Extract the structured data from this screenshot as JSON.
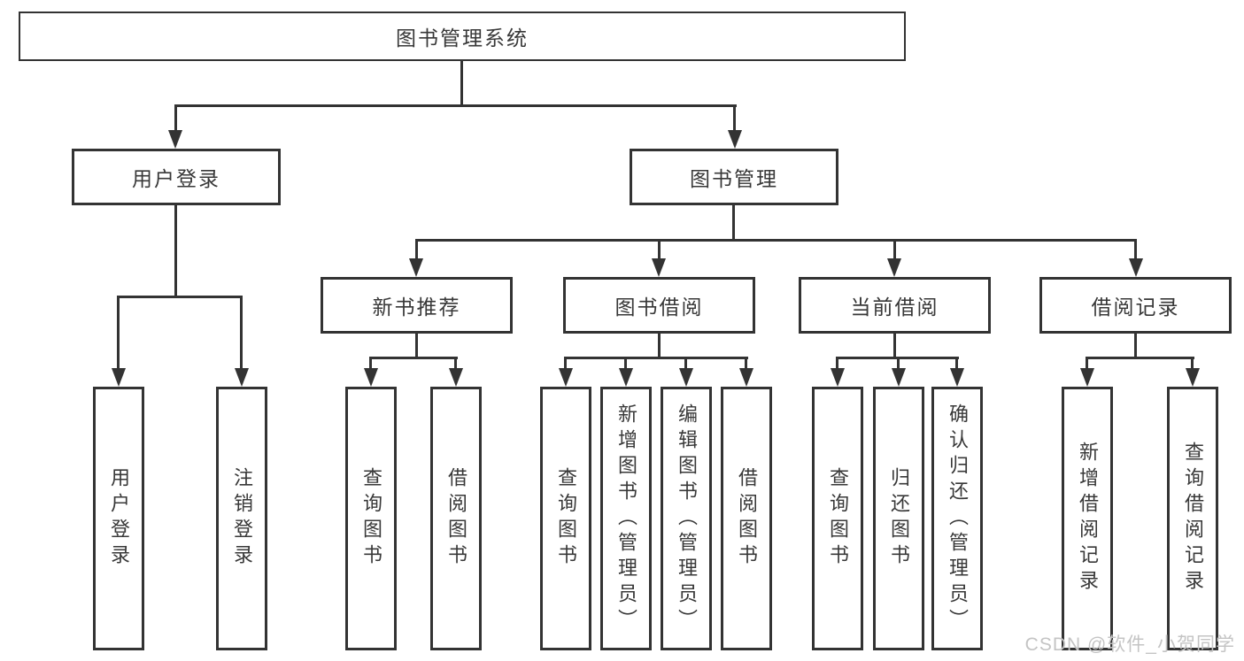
{
  "diagram": {
    "root": {
      "label": "图书管理系统"
    },
    "level2": {
      "user_login": {
        "label": "用户登录"
      },
      "book_mgmt": {
        "label": "图书管理"
      }
    },
    "level3": {
      "new_book": {
        "label": "新书推荐"
      },
      "book_borrow": {
        "label": "图书借阅"
      },
      "current_borrow": {
        "label": "当前借阅"
      },
      "borrow_record": {
        "label": "借阅记录"
      }
    },
    "leaves": {
      "user_login": [
        "用户登录",
        "注销登录"
      ],
      "new_book": [
        "查询图书",
        "借阅图书"
      ],
      "book_borrow": [
        "查询图书",
        "新增图书（管理员）",
        "编辑图书（管理员）",
        "借阅图书"
      ],
      "current_borrow": [
        "查询图书",
        "归还图书",
        "确认归还（管理员）"
      ],
      "borrow_record": [
        "新增借阅记录",
        "查询借阅记录"
      ]
    }
  },
  "watermark": {
    "text": "CSDN @软件_小贺同学"
  },
  "colors": {
    "line": "#333333",
    "box_border": "#333333",
    "text": "#383838",
    "watermark": "#c4c4c4",
    "background": "#ffffff"
  }
}
